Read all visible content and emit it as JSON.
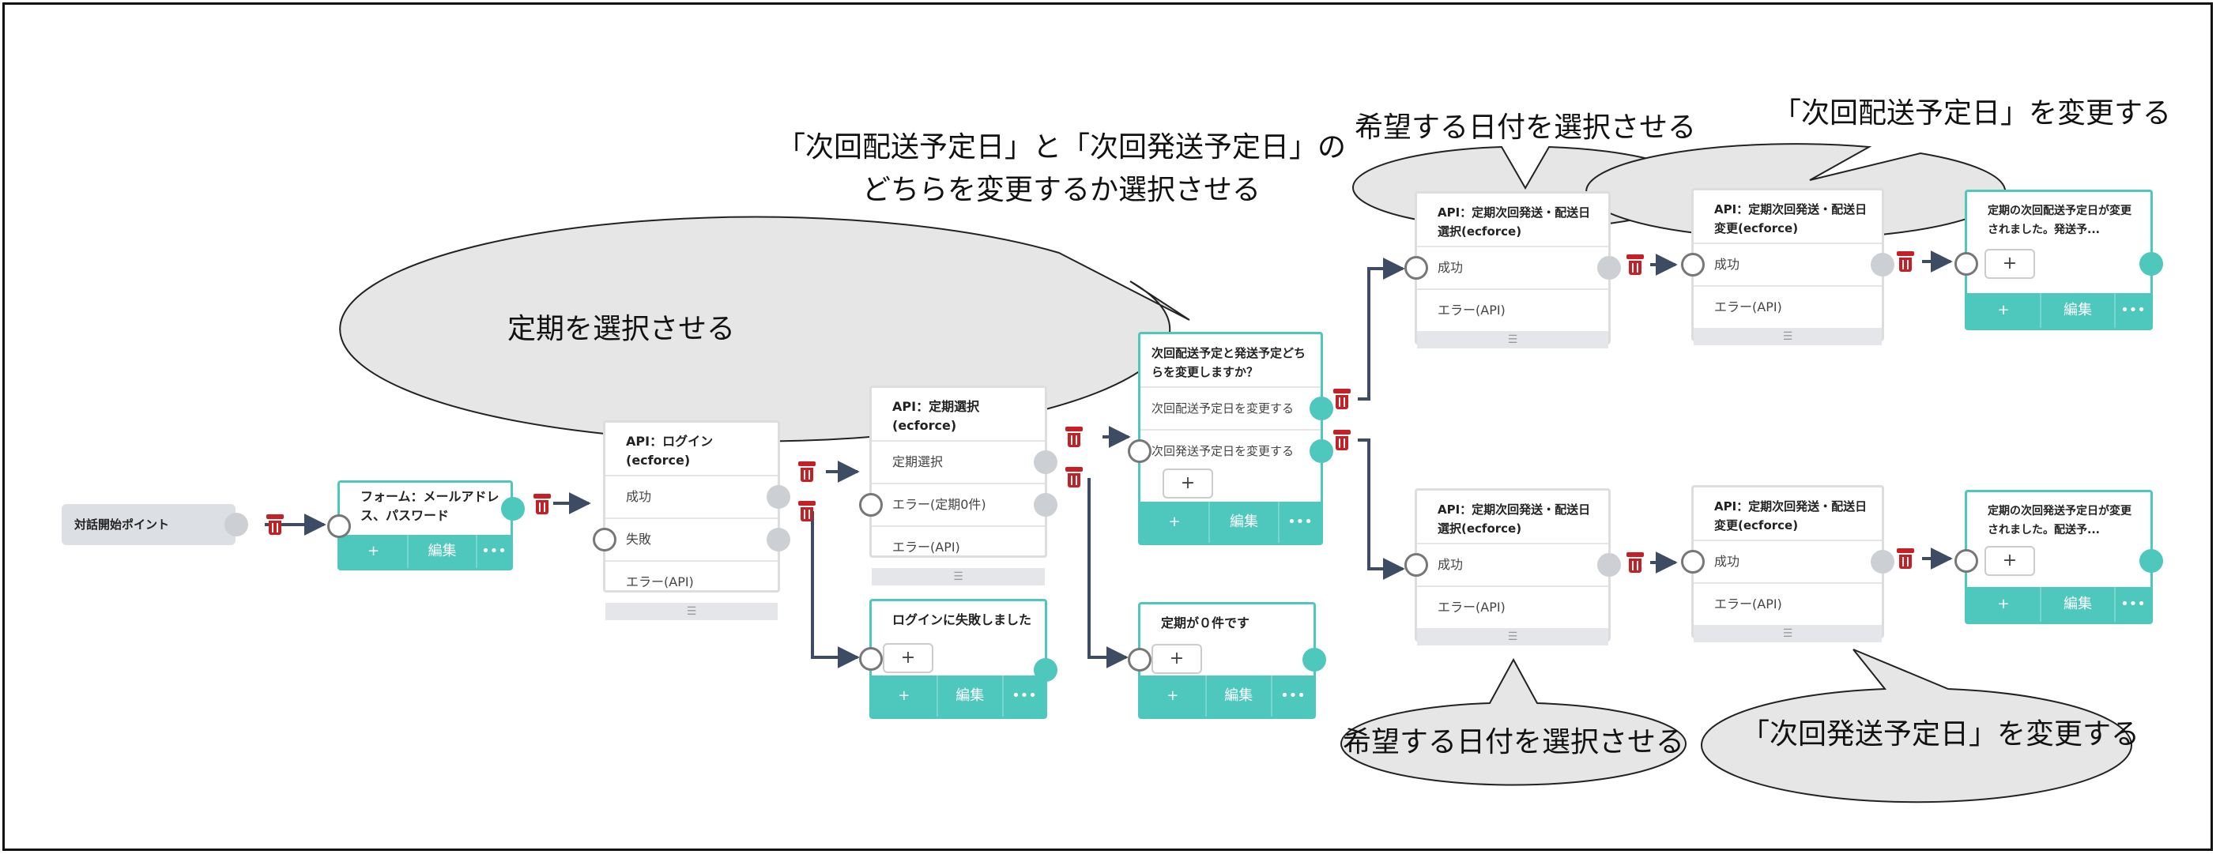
{
  "bubbles": {
    "select_plan": "定期を選択させる",
    "which_date_line1": "「次回配送予定日」と「次回発送予定日」の",
    "which_date_line2": "どちらを変更するか選択させる",
    "pick_date_top": "希望する日付を選択させる",
    "change_delivery": "「次回配送予定日」を変更する",
    "pick_date_bottom": "希望する日付を選択させる",
    "change_shipping": "「次回発送予定日」を変更する"
  },
  "start": {
    "label": "対話開始ポイント"
  },
  "common": {
    "add": "+",
    "edit": "編集",
    "more": "•••",
    "grip": "☰"
  },
  "nodes": {
    "form": {
      "title": "フォーム：メールアドレス、パスワード"
    },
    "login": {
      "title": "API：ログイン(ecforce)",
      "rows": [
        "成功",
        "失敗",
        "エラー(API)"
      ]
    },
    "select_plan": {
      "title": "API：定期選択(ecforce)",
      "rows": [
        "定期選択",
        "エラー(定期0件)",
        "エラー(API)"
      ]
    },
    "login_failed": {
      "title": "ログインに失敗しました"
    },
    "which_date": {
      "title": "次回配送予定と発送予定どちらを変更しますか？",
      "rows": [
        "次回配送予定日を変更する",
        "次回発送予定日を変更する"
      ]
    },
    "no_plan": {
      "title": "定期が０件です"
    },
    "date_select_top": {
      "title": "API：定期次回発送・配送日選択(ecforce)",
      "rows": [
        "成功",
        "エラー(API)"
      ]
    },
    "date_change_top": {
      "title": "API：定期次回発送・配送日変更(ecforce)",
      "rows": [
        "成功",
        "エラー(API)"
      ]
    },
    "done_delivery": {
      "title": "定期の次回配送予定日が変更されました。発送予..."
    },
    "date_select_bottom": {
      "title": "API：定期次回発送・配送日選択(ecforce)",
      "rows": [
        "成功",
        "エラー(API)"
      ]
    },
    "date_change_bottom": {
      "title": "API：定期次回発送・配送日変更(ecforce)",
      "rows": [
        "成功",
        "エラー(API)"
      ]
    },
    "done_shipping": {
      "title": "定期の次回発送予定日が変更されました。配送予..."
    }
  },
  "colors": {
    "teal": "#4ec7bd",
    "trash": "#c52026",
    "bubble": "#e6e6e6",
    "wire": "#3d4b63"
  }
}
